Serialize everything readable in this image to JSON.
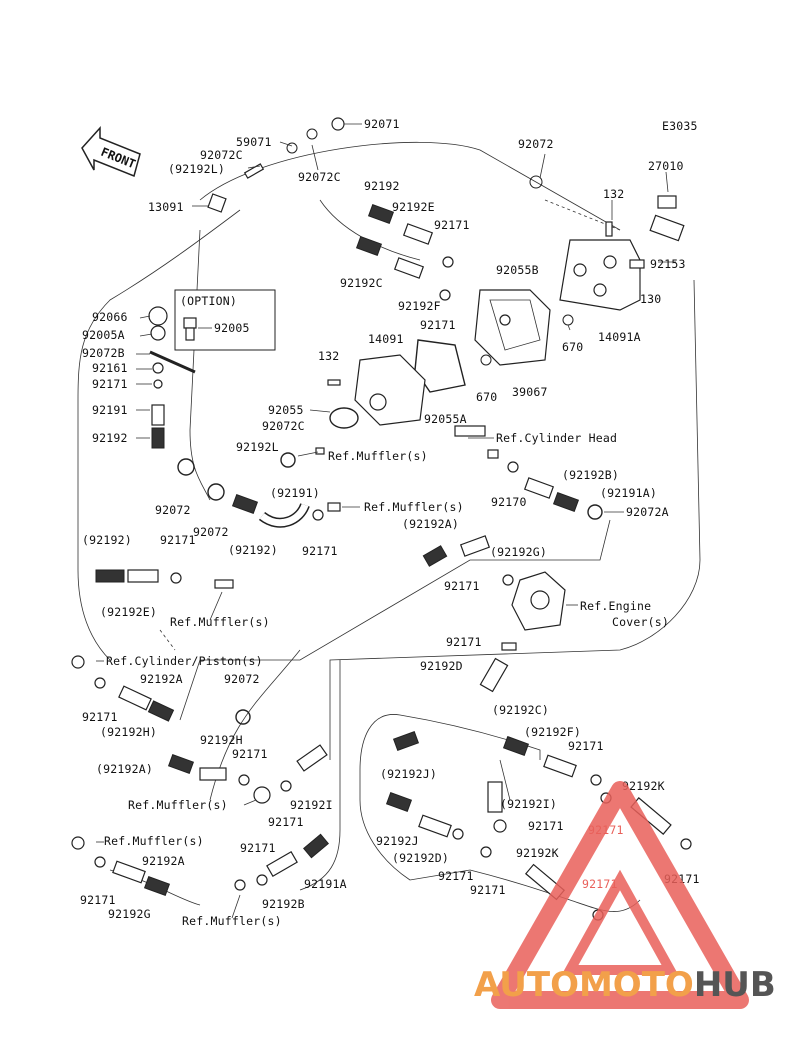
{
  "diagram_code": "E3035",
  "front_label": "FRONT",
  "option_label": "(OPTION)",
  "labels": [
    {
      "id": "l01",
      "text": "92071"
    },
    {
      "id": "l02",
      "text": "59071"
    },
    {
      "id": "l03",
      "text": "92072C"
    },
    {
      "id": "l04",
      "text": "(92192L)"
    },
    {
      "id": "l05",
      "text": "92072C"
    },
    {
      "id": "l06",
      "text": "13091"
    },
    {
      "id": "l07",
      "text": "92072"
    },
    {
      "id": "l08",
      "text": "27010"
    },
    {
      "id": "l09",
      "text": "132"
    },
    {
      "id": "l10",
      "text": "92192"
    },
    {
      "id": "l11",
      "text": "92192E"
    },
    {
      "id": "l12",
      "text": "92171"
    },
    {
      "id": "l13",
      "text": "92055B"
    },
    {
      "id": "l14",
      "text": "92153"
    },
    {
      "id": "l15",
      "text": "92192C"
    },
    {
      "id": "l16",
      "text": "92192F"
    },
    {
      "id": "l17",
      "text": "130"
    },
    {
      "id": "l18",
      "text": "92171"
    },
    {
      "id": "l19",
      "text": "14091A"
    },
    {
      "id": "l20",
      "text": "670"
    },
    {
      "id": "l21",
      "text": "92066"
    },
    {
      "id": "l22",
      "text": "92005A"
    },
    {
      "id": "l23",
      "text": "92005"
    },
    {
      "id": "l24",
      "text": "92072B"
    },
    {
      "id": "l25",
      "text": "92161"
    },
    {
      "id": "l26",
      "text": "92171"
    },
    {
      "id": "l27",
      "text": "132"
    },
    {
      "id": "l28",
      "text": "14091"
    },
    {
      "id": "l29",
      "text": "670"
    },
    {
      "id": "l30",
      "text": "39067"
    },
    {
      "id": "l31",
      "text": "92191"
    },
    {
      "id": "l32",
      "text": "92055"
    },
    {
      "id": "l33",
      "text": "92055A"
    },
    {
      "id": "l34",
      "text": "92192"
    },
    {
      "id": "l35",
      "text": "92072C"
    },
    {
      "id": "l36",
      "text": "Ref.Cylinder Head"
    },
    {
      "id": "l37",
      "text": "92192L"
    },
    {
      "id": "l38",
      "text": "Ref.Muffler(s)"
    },
    {
      "id": "l39",
      "text": "(92192B)"
    },
    {
      "id": "l40",
      "text": "(92191)"
    },
    {
      "id": "l41",
      "text": "92170"
    },
    {
      "id": "l42",
      "text": "(92191A)"
    },
    {
      "id": "l43",
      "text": "92072"
    },
    {
      "id": "l44",
      "text": "Ref.Muffler(s)"
    },
    {
      "id": "l45",
      "text": "92072A"
    },
    {
      "id": "l46",
      "text": "92072"
    },
    {
      "id": "l47",
      "text": "(92192A)"
    },
    {
      "id": "l48",
      "text": "(92192)"
    },
    {
      "id": "l49",
      "text": "92171"
    },
    {
      "id": "l50",
      "text": "(92192)"
    },
    {
      "id": "l51",
      "text": "92171"
    },
    {
      "id": "l52",
      "text": "(92192G)"
    },
    {
      "id": "l53",
      "text": "92171"
    },
    {
      "id": "l54",
      "text": "(92192E)"
    },
    {
      "id": "l55",
      "text": "Ref.Engine"
    },
    {
      "id": "l56",
      "text": "Ref.Muffler(s)"
    },
    {
      "id": "l57",
      "text": "Cover(s)"
    },
    {
      "id": "l58",
      "text": "92171"
    },
    {
      "id": "l59",
      "text": "Ref.Cylinder/Piston(s)"
    },
    {
      "id": "l60",
      "text": "92192D"
    },
    {
      "id": "l61",
      "text": "92192A"
    },
    {
      "id": "l62",
      "text": "92072"
    },
    {
      "id": "l63",
      "text": "92171"
    },
    {
      "id": "l64",
      "text": "(92192H)"
    },
    {
      "id": "l65",
      "text": "(92192C)"
    },
    {
      "id": "l66",
      "text": "92192H"
    },
    {
      "id": "l67",
      "text": "(92192F)"
    },
    {
      "id": "l68",
      "text": "92171"
    },
    {
      "id": "l69",
      "text": "92171"
    },
    {
      "id": "l70",
      "text": "(92192A)"
    },
    {
      "id": "l71",
      "text": "(92192J)"
    },
    {
      "id": "l72",
      "text": "Ref.Muffler(s)"
    },
    {
      "id": "l73",
      "text": "92192I"
    },
    {
      "id": "l74",
      "text": "(92192I)"
    },
    {
      "id": "l75",
      "text": "92192K"
    },
    {
      "id": "l76",
      "text": "92171"
    },
    {
      "id": "l77",
      "text": "92171"
    },
    {
      "id": "l78",
      "text": "92171"
    },
    {
      "id": "l79",
      "text": "92192J"
    },
    {
      "id": "l80",
      "text": "Ref.Muffler(s)"
    },
    {
      "id": "l81",
      "text": "92171"
    },
    {
      "id": "l82",
      "text": "(92192D)"
    },
    {
      "id": "l83",
      "text": "92192K"
    },
    {
      "id": "l84",
      "text": "92192A"
    },
    {
      "id": "l85",
      "text": "92171"
    },
    {
      "id": "l86",
      "text": "92191A"
    },
    {
      "id": "l87",
      "text": "92171"
    },
    {
      "id": "l88",
      "text": "92171"
    },
    {
      "id": "l89",
      "text": "92171"
    },
    {
      "id": "l90",
      "text": "92171"
    },
    {
      "id": "l91",
      "text": "92192B"
    },
    {
      "id": "l92",
      "text": "92171"
    },
    {
      "id": "l93",
      "text": "92192G"
    },
    {
      "id": "l94",
      "text": "Ref.Muffler(s)"
    }
  ],
  "watermark": {
    "part1": "AUTOMOTO",
    "part2": "HUB",
    "color1": "#f2a04a",
    "color2": "#555555",
    "triangle_color": "#e9605a"
  }
}
